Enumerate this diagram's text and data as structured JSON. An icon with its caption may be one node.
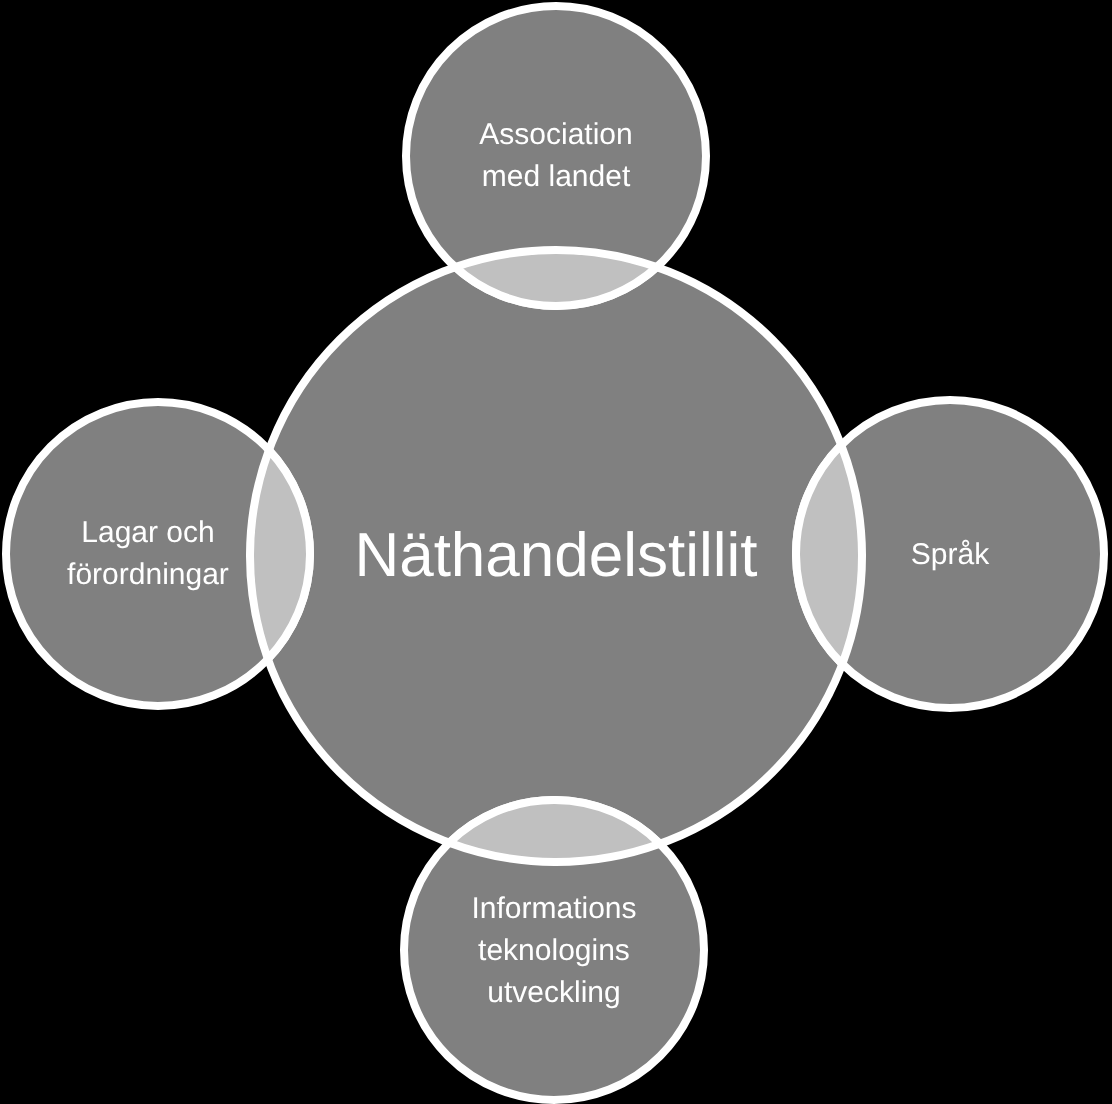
{
  "diagram": {
    "nodes": [
      {
        "text": [
          "Association med landet"
        ]
      },
      {
        "text": [
          "Lagar och förordningar"
        ]
      },
      {
        "text": [
          "Näthandelstillit"
        ]
      },
      {
        "text": [
          "Språk"
        ]
      },
      {
        "text": [
          "Informations teknologins utveckling"
        ]
      }
    ]
  }
}
